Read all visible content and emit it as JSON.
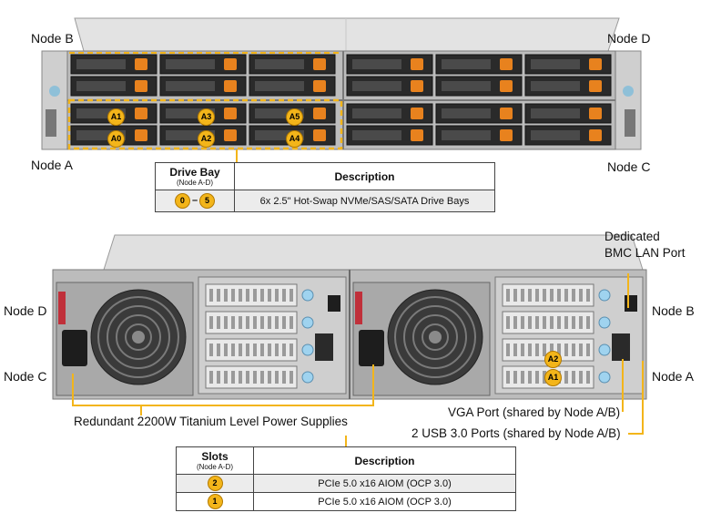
{
  "front": {
    "node_labels": {
      "b": "Node B",
      "d": "Node D",
      "a": "Node A",
      "c": "Node C"
    },
    "bay_markers": [
      "A1",
      "A3",
      "A5",
      "A0",
      "A2",
      "A4"
    ]
  },
  "front_table": {
    "header_col1": "Drive Bay",
    "header_col1_sub": "(Node A-D)",
    "header_col2": "Description",
    "row_from": "0",
    "row_to": "5",
    "row_desc": "6x 2.5\" Hot-Swap NVMe/SAS/SATA Drive Bays"
  },
  "rear": {
    "node_labels": {
      "d": "Node D",
      "c": "Node C",
      "b": "Node B",
      "a": "Node A"
    },
    "markers": [
      "A2",
      "A1"
    ],
    "callouts": {
      "bmc_line1": "Dedicated",
      "bmc_line2": "BMC LAN Port",
      "psu": "Redundant 2200W Titanium Level Power Supplies",
      "vga": "VGA Port (shared by Node A/B)",
      "usb": "2 USB 3.0 Ports (shared by Node A/B)"
    }
  },
  "rear_table": {
    "header_col1": "Slots",
    "header_col1_sub": "(Node A-D)",
    "header_col2": "Description",
    "rows": [
      {
        "badge": "2",
        "desc": "PCIe 5.0 x16 AIOM (OCP 3.0)"
      },
      {
        "badge": "1",
        "desc": "PCIe 5.0 x16 AIOM (OCP 3.0)"
      }
    ]
  },
  "colors": {
    "accent": "#f3b51a",
    "chassis": "#d9d9d9",
    "drive": "#2a2a2a",
    "latch": "#e8821e"
  }
}
